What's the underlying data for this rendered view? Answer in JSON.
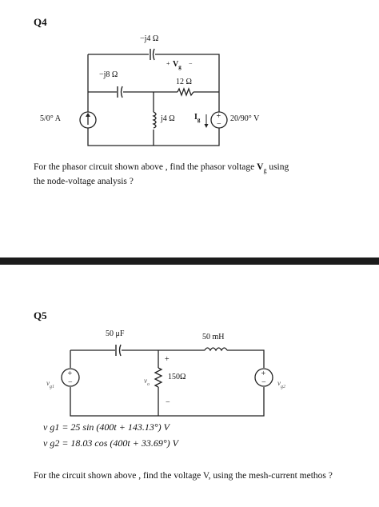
{
  "q4": {
    "label": "Q4",
    "cap_top": "−j4 Ω",
    "vg_label": "V",
    "vg_sub": "g",
    "vg_plus": "+",
    "vg_minus": "−",
    "cap_left": "−j8 Ω",
    "res": "12 Ω",
    "ind": "j4 Ω",
    "current_src": "5/0° A",
    "ig_label": "I",
    "ig_sub": "g",
    "voltage_src": "20/90° V",
    "problem_text_1": "For the phasor circuit shown above , find the phasor voltage ",
    "problem_bold": "V",
    "problem_sub": "g",
    "problem_text_2": " using",
    "problem_text_3": "the node-voltage analysis ?"
  },
  "q5": {
    "label": "Q5",
    "cap": "50 μF",
    "ind": "50 mH",
    "res": "150Ω",
    "vo_label": "v",
    "vo_sub": "o",
    "src1": "v",
    "src1_sub": "g1",
    "src2": "v",
    "src2_sub": "g2",
    "eq1": "v g1 = 25 sin (400t + 143.13°) V",
    "eq2": "v g2 = 18.03 cos (400t + 33.69°) V",
    "problem_text": "For the circuit shown above , find the voltage V, using the mesh-current methos ?"
  }
}
